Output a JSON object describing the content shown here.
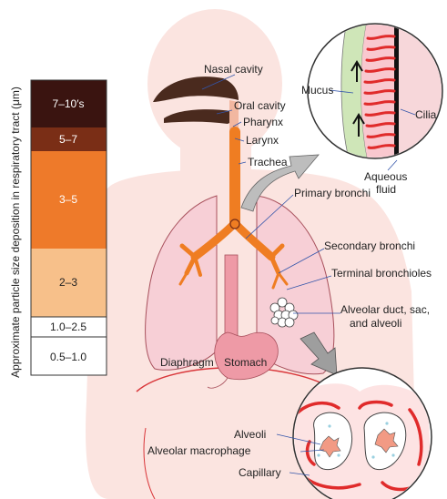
{
  "axis_title": "Approximate particle size deposition in respiratory tract (μm)",
  "size_scale": [
    {
      "label": "7–10′s",
      "color": "#3a1410",
      "text_color": "#ffffff"
    },
    {
      "label": "5–7",
      "color": "#7a2e16",
      "text_color": "#ffffff"
    },
    {
      "label": "3–5",
      "color": "#ee7a2a",
      "text_color": "#ffffff"
    },
    {
      "label": "2–3",
      "color": "#f7c08a",
      "text_color": "#222222"
    },
    {
      "label": "1.0–2.5",
      "color": "#ffffff",
      "text_color": "#222222"
    },
    {
      "label": "0.5–1.0",
      "color": "#ffffff",
      "text_color": "#222222"
    }
  ],
  "labels": {
    "nasal_cavity": "Nasal cavity",
    "oral_cavity": "Oral cavity",
    "pharynx": "Pharynx",
    "larynx": "Larynx",
    "trachea": "Trachea",
    "primary_bronchi": "Primary bronchi",
    "secondary_bronchi": "Secondary bronchi",
    "terminal_bronchioles": "Terminal bronchioles",
    "alveolar_duct_line1": "Alveolar duct, sac,",
    "alveolar_duct_line2": "and alveoli",
    "diaphragm": "Diaphragm",
    "stomach": "Stomach",
    "mucus": "Mucus",
    "cilia": "Cilia",
    "aqueous_line1": "Aqueous",
    "aqueous_line2": "fluid",
    "alveoli": "Alveoli",
    "alveolar_macrophage": "Alveolar macrophage",
    "capillary": "Capillary"
  },
  "colors": {
    "body": "#fbe4e0",
    "lung": "#f7cfd6",
    "airway": "#ef7d22",
    "upper_airway": "#4a2a1e",
    "stomach": "#ee9aa6",
    "mucus": "#cfe6b8",
    "cilia_red": "#e02b2b"
  }
}
